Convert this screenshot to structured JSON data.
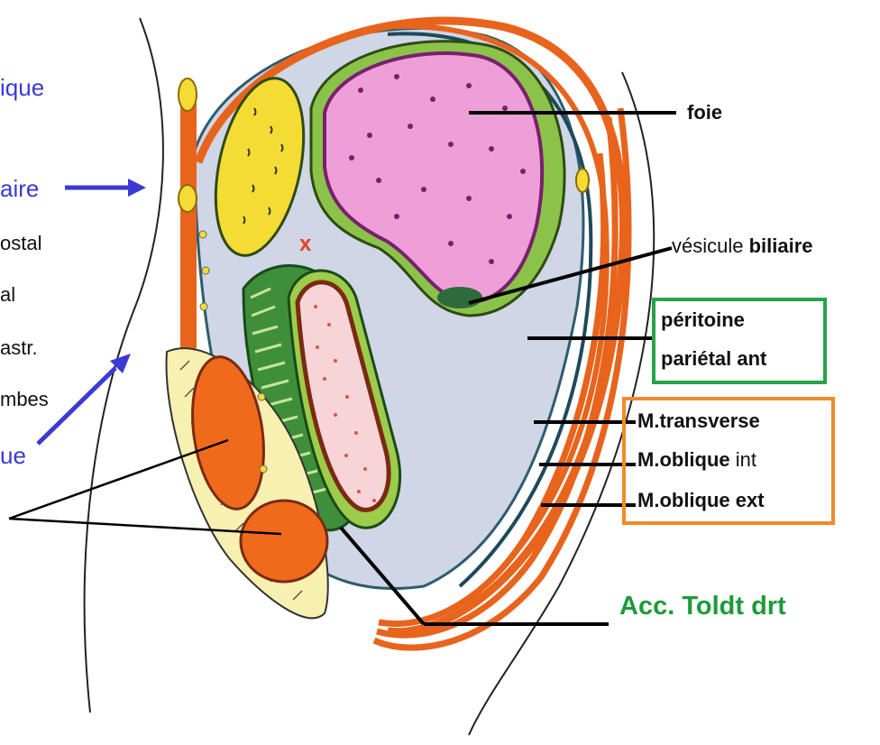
{
  "labels": {
    "left_blue_1": "ique",
    "left_blue_2": "aire",
    "left_black_1": "ostal",
    "left_black_2": "al",
    "left_black_3": "astr.",
    "left_black_4": "mbes",
    "left_blue_3": "ue",
    "x_mark": "x",
    "foie": "foie",
    "vesicule_prefix": "vésicule ",
    "vesicule_bold": "biliaire",
    "peritoine_line1": "péritoine",
    "peritoine_line2": "pariétal ant",
    "m_transverse": "M.transverse",
    "m_oblique_int_bold": "M.oblique",
    "m_oblique_int_rest": " int",
    "m_oblique_ext": "M.oblique ext",
    "acc_toldt": "Acc. Toldt drt"
  },
  "colors": {
    "liver": "#ef9fd8",
    "liver_border": "#7a1f6e",
    "duodenum_green": "#3f8f3a",
    "pancreas_yellow": "#f4dc35",
    "kidney_orange": "#f06a1c",
    "muscle_orange": "#e8641c",
    "peritoneum_blue": "#cfd6e6",
    "annotation_blue": "#3a3ad6",
    "peritoine_box": "#27a34a",
    "muscle_box": "#f08a2a",
    "acc_toldt_green": "#1f9a3a"
  },
  "icons": [
    "blue-arrow-right-icon",
    "blue-arrow-up-right-icon"
  ]
}
